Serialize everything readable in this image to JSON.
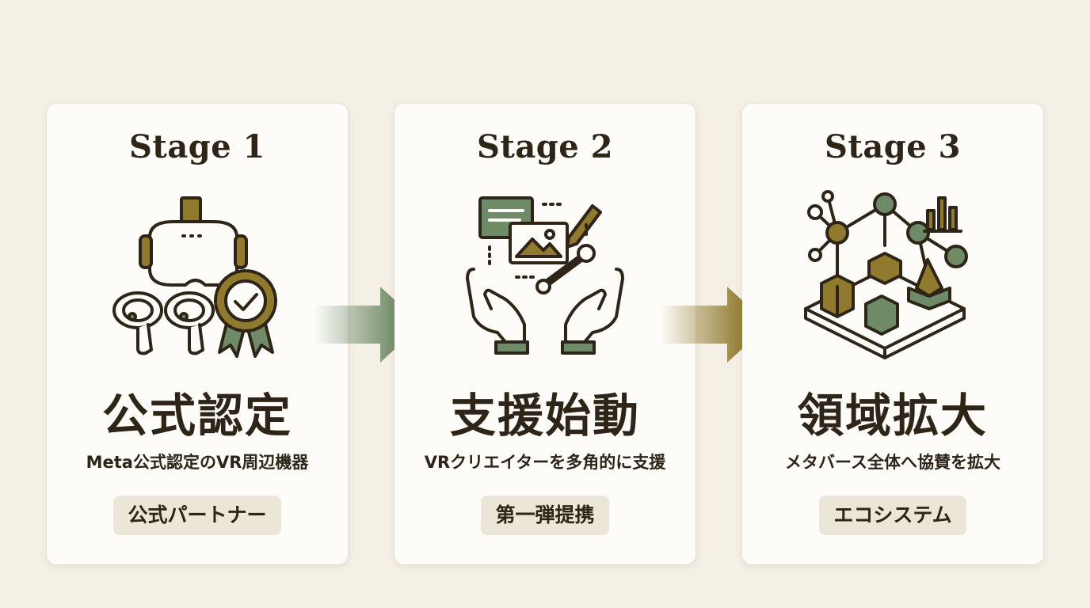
{
  "stages": [
    {
      "title": "Stage 1",
      "icon": "vr-headset-controllers-award-icon",
      "heading": "公式認定",
      "description": "Meta公式認定のVR周辺機器",
      "badge": "公式パートナー"
    },
    {
      "title": "Stage 2",
      "icon": "hands-creative-tools-icon",
      "heading": "支援始動",
      "description": "VRクリエイターを多角的に支援",
      "badge": "第一弾提携"
    },
    {
      "title": "Stage 3",
      "icon": "network-ecosystem-city-icon",
      "heading": "領域拡大",
      "description": "メタバース全体へ協賛を拡大",
      "badge": "エコシステム"
    }
  ],
  "colors": {
    "background": "#f5f0e6",
    "card": "#fdfcf9",
    "text": "#2e2518",
    "green": "#6f8a67",
    "gold": "#8f7a2e",
    "badge": "#ece6d8"
  }
}
